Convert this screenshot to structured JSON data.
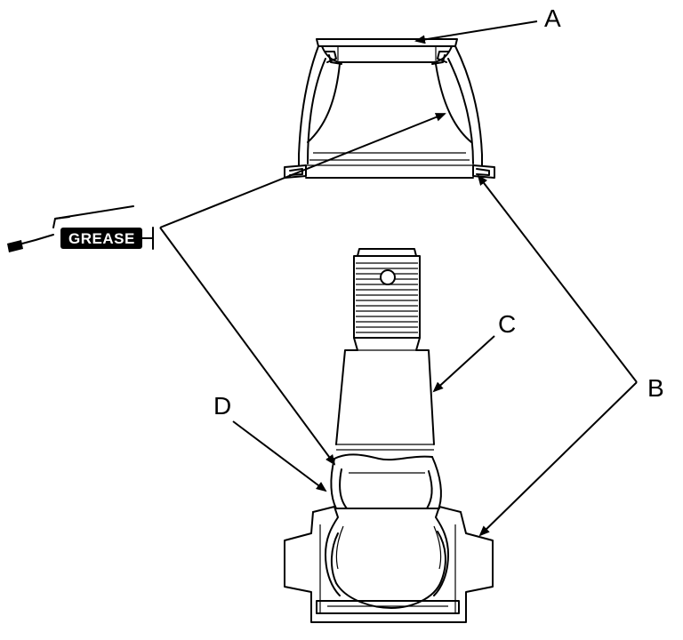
{
  "labels": {
    "a": "A",
    "b": "B",
    "c": "C",
    "d": "D",
    "grease": "GREASE"
  },
  "colors": {
    "ink": "#000000",
    "paper": "#ffffff"
  }
}
